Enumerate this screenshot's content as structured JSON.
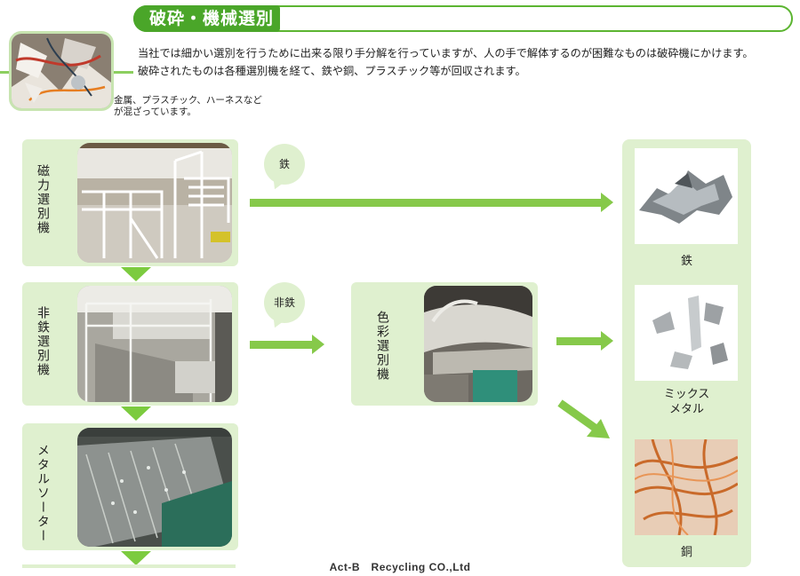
{
  "header": {
    "title": "破砕・機械選別",
    "intro_line1": "当社では細かい選別を行うために出来る限り手分解を行っていますが、人の手で解体するのが困難なものは破砕機にかけます。",
    "intro_line2": "破砕されたものは各種選別機を経て、鉄や銅、プラスチック等が回収されます。",
    "caption_line1": "金属、プラスチック、ハーネスなど",
    "caption_line2": "が混ざっています。"
  },
  "machines": {
    "magnetic": "磁力選別機",
    "nonferrous": "非鉄選別機",
    "metal_sorter": "メタルソーター",
    "color_sorter": "色彩選別機"
  },
  "bubbles": {
    "iron": "鉄",
    "nonferrous": "非鉄"
  },
  "results": {
    "iron": "鉄",
    "mixed_line1": "ミックス",
    "mixed_line2": "メタル",
    "copper": "銅"
  },
  "footer": {
    "company": "Act-B　Recycling CO.,Ltd"
  },
  "colors": {
    "accent_green": "#4aa629",
    "panel_green": "#dff0cf",
    "arrow_green": "#86c94a"
  }
}
